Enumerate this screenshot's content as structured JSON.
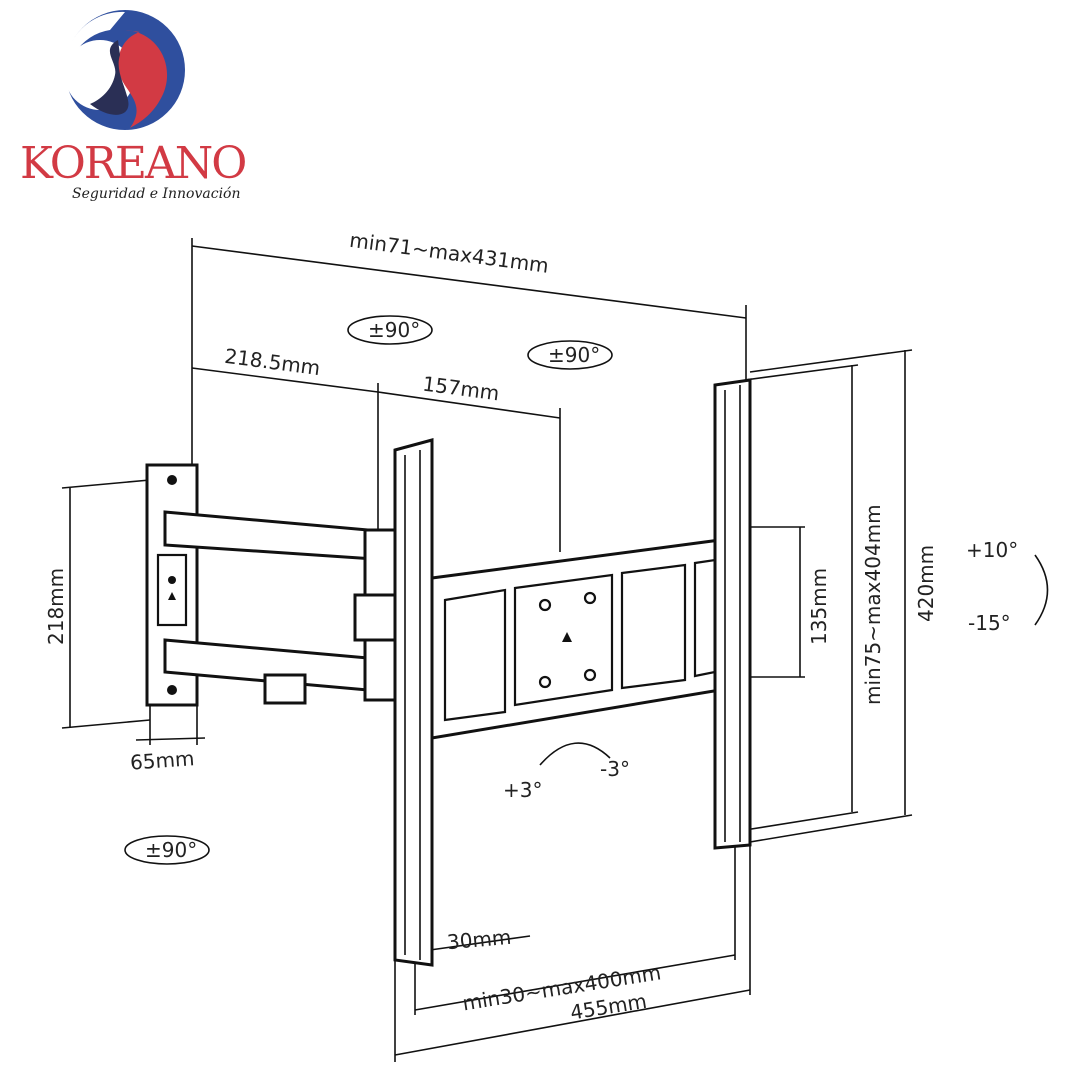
{
  "brand": {
    "name": "KOREANO",
    "tagline": "Seguridad e Innovación",
    "colors": {
      "blue": "#2f4f9e",
      "navy": "#2a2f55",
      "red": "#d23a44"
    }
  },
  "dimensions": {
    "arm_extension": "min71~max431mm",
    "arm_segment_1": "218.5mm",
    "arm_segment_2": "157mm",
    "wall_plate_height": "218mm",
    "wall_plate_width": "65mm",
    "plate_height": "135mm",
    "vesa_vertical": "min75~max404mm",
    "rail_height": "420mm",
    "profile": "30mm",
    "vesa_horizontal": "min30~max400mm",
    "total_width": "455mm"
  },
  "rotations": {
    "swivel_1": "±90°",
    "swivel_2": "±90°",
    "swivel_3": "±90°",
    "tilt_up": "+10°",
    "tilt_down": "-15°",
    "level_plus": "+3°",
    "level_minus": "-3°"
  }
}
